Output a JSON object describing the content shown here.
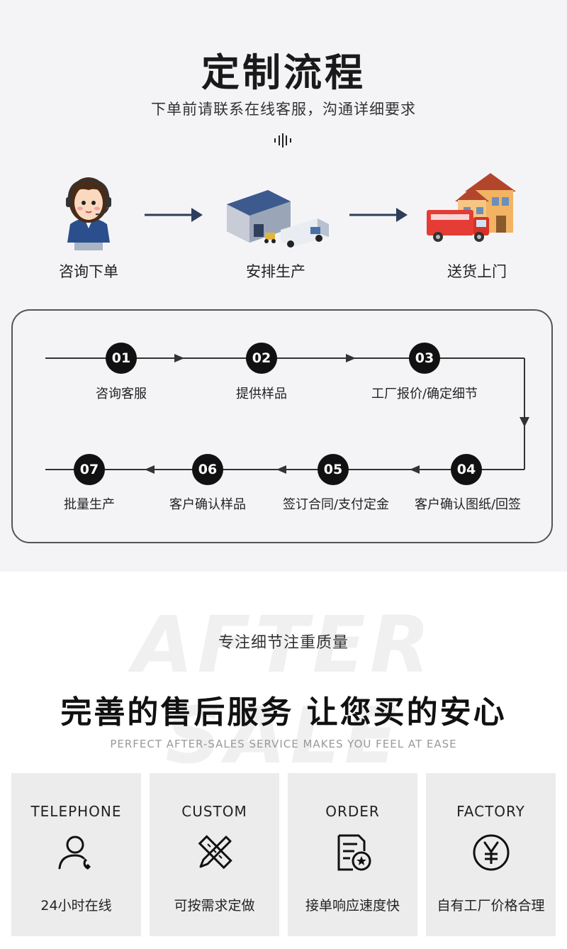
{
  "header": {
    "title": "定制流程",
    "subtitle": "下单前请联系在线客服，沟通详细要求"
  },
  "hero": [
    {
      "label": "咨询下单",
      "icon": "customer-service-agent-icon"
    },
    {
      "label": "安排生产",
      "icon": "factory-truck-icon"
    },
    {
      "label": "送货上门",
      "icon": "delivery-house-icon"
    }
  ],
  "steps": [
    {
      "num": "01",
      "label": "咨询客服"
    },
    {
      "num": "02",
      "label": "提供样品"
    },
    {
      "num": "03",
      "label": "工厂报价/确定细节"
    },
    {
      "num": "04",
      "label": "客户确认图纸/回签"
    },
    {
      "num": "05",
      "label": "签订合同/支付定金"
    },
    {
      "num": "06",
      "label": "客户确认样品"
    },
    {
      "num": "07",
      "label": "批量生产"
    }
  ],
  "after_sale": {
    "bg_word": "AFTER SALE",
    "focus": "专注细节注重质量",
    "slogan": "完善的售后服务 让您买的安心",
    "slogan_en": "PERFECT AFTER-SALES SERVICE MAKES YOU FEEL AT EASE"
  },
  "cards": [
    {
      "title": "TELEPHONE",
      "desc": "24小时在线",
      "icon": "phone-user-icon"
    },
    {
      "title": "CUSTOM",
      "desc": "可按需求定做",
      "icon": "ruler-pencil-icon"
    },
    {
      "title": "ORDER",
      "desc": "接单响应速度快",
      "icon": "order-document-icon"
    },
    {
      "title": "FACTORY",
      "desc": "自有工厂价格合理",
      "icon": "yen-coin-icon"
    }
  ]
}
